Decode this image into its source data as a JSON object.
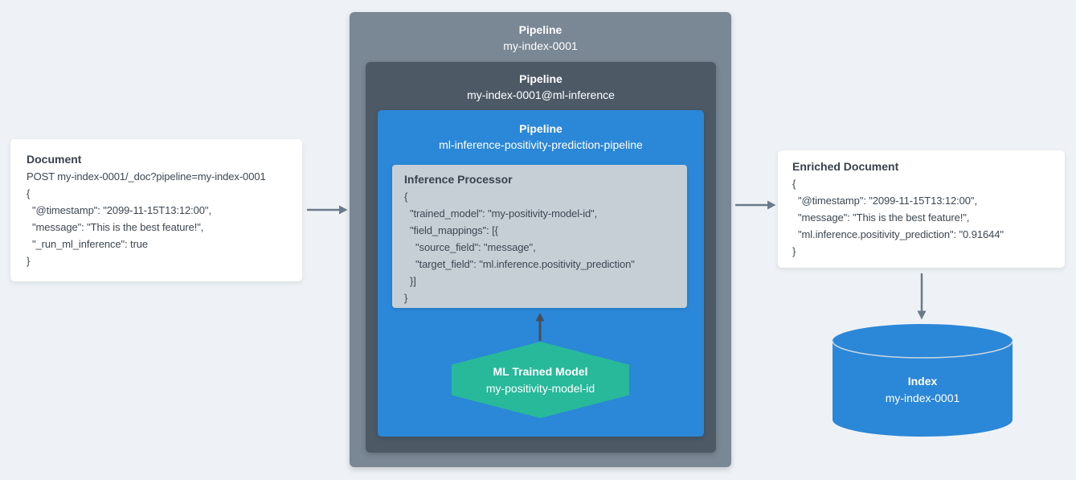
{
  "colors": {
    "background": "#EEF2F6",
    "card_bg": "#FFFFFF",
    "text_dark": "#39424D",
    "outer_pipeline_bg": "#7A8794",
    "inner_pipeline_bg": "#4D5A66",
    "inference_pipeline_bg": "#2B87D8",
    "processor_bg": "#C6CFD6",
    "model_hexagon_bg": "#27B99A",
    "index_cylinder_bg": "#2B87D8",
    "arrow": "#6B7A89",
    "arrow_dark": "#454F58"
  },
  "document_card": {
    "title": "Document",
    "lines": [
      "POST my-index-0001/_doc?pipeline=my-index-0001",
      "{",
      "  \"@timestamp\": \"2099-11-15T13:12:00\",",
      "  \"message\": \"This is the best feature!\",",
      "  \"_run_ml_inference\": true",
      "}"
    ]
  },
  "outer_pipeline": {
    "title": "Pipeline",
    "subtitle": "my-index-0001"
  },
  "inner_pipeline": {
    "title": "Pipeline",
    "subtitle": "my-index-0001@ml-inference"
  },
  "inference_pipeline": {
    "title": "Pipeline",
    "subtitle": "ml-inference-positivity-prediction-pipeline"
  },
  "inference_processor": {
    "title": "Inference Processor",
    "lines": [
      "{",
      "  \"trained_model\": \"my-positivity-model-id\",",
      "  \"field_mappings\": [{",
      "    \"source_field\": \"message\",",
      "    \"target_field\": \"ml.inference.positivity_prediction\"",
      "  }]",
      "}"
    ]
  },
  "ml_trained_model": {
    "title": "ML Trained Model",
    "subtitle": "my-positivity-model-id"
  },
  "enriched_card": {
    "title": "Enriched Document",
    "lines": [
      "{",
      "  \"@timestamp\": \"2099-11-15T13:12:00\",",
      "  \"message\": \"This is the best feature!\",",
      "  \"ml.inference.positivity_prediction\": \"0.91644\"",
      "}"
    ]
  },
  "index_cylinder": {
    "title": "Index",
    "subtitle": "my-index-0001"
  }
}
